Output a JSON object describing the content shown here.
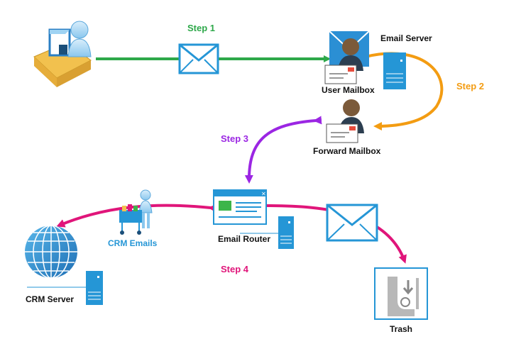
{
  "steps": {
    "step1": {
      "label": "Step 1",
      "color": "#2ea84a"
    },
    "step2": {
      "label": "Step 2",
      "color": "#f39c12"
    },
    "step3": {
      "label": "Step 3",
      "color": "#9b26e3"
    },
    "step4": {
      "label": "Step 4",
      "color": "#e0157a"
    }
  },
  "nodes": {
    "email_server": "Email Server",
    "user_mailbox": "User Mailbox",
    "forward_mailbox": "Forward Mailbox",
    "email_router": "Email Router",
    "crm_emails": "CRM Emails",
    "crm_server": "CRM Server",
    "trash": "Trash"
  },
  "icons": [
    "user-at-desk-icon",
    "envelope-icon",
    "person-mailbox-icon",
    "server-icon",
    "router-window-icon",
    "mail-cart-worker-icon",
    "globe-icon",
    "trash-bin-icon"
  ],
  "colors": {
    "icon_blue": "#2596d6",
    "crm_label": "#2596d6"
  }
}
